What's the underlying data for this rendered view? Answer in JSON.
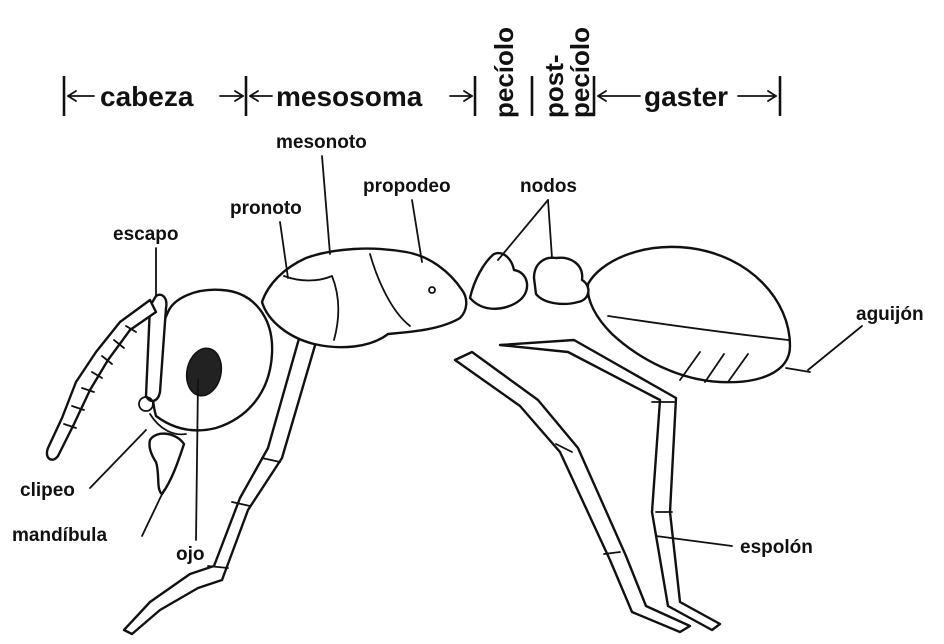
{
  "segments": {
    "cabeza": "cabeza",
    "mesosoma": "mesosoma",
    "peciolo": "pecíolo",
    "postpeciolo_line1": "post-",
    "postpeciolo_line2": "pecíolo",
    "gaster": "gaster"
  },
  "parts": {
    "escapo": "escapo",
    "pronoto": "pronoto",
    "mesonoto": "mesonoto",
    "propodeo": "propodeo",
    "nodos": "nodos",
    "aguijon": "aguijón",
    "clipeo": "clipeo",
    "mandibula": "mandíbula",
    "ojo": "ojo",
    "espolon": "espolón"
  },
  "colors": {
    "line": "#111111",
    "background": "#ffffff",
    "eye": "#222222"
  }
}
